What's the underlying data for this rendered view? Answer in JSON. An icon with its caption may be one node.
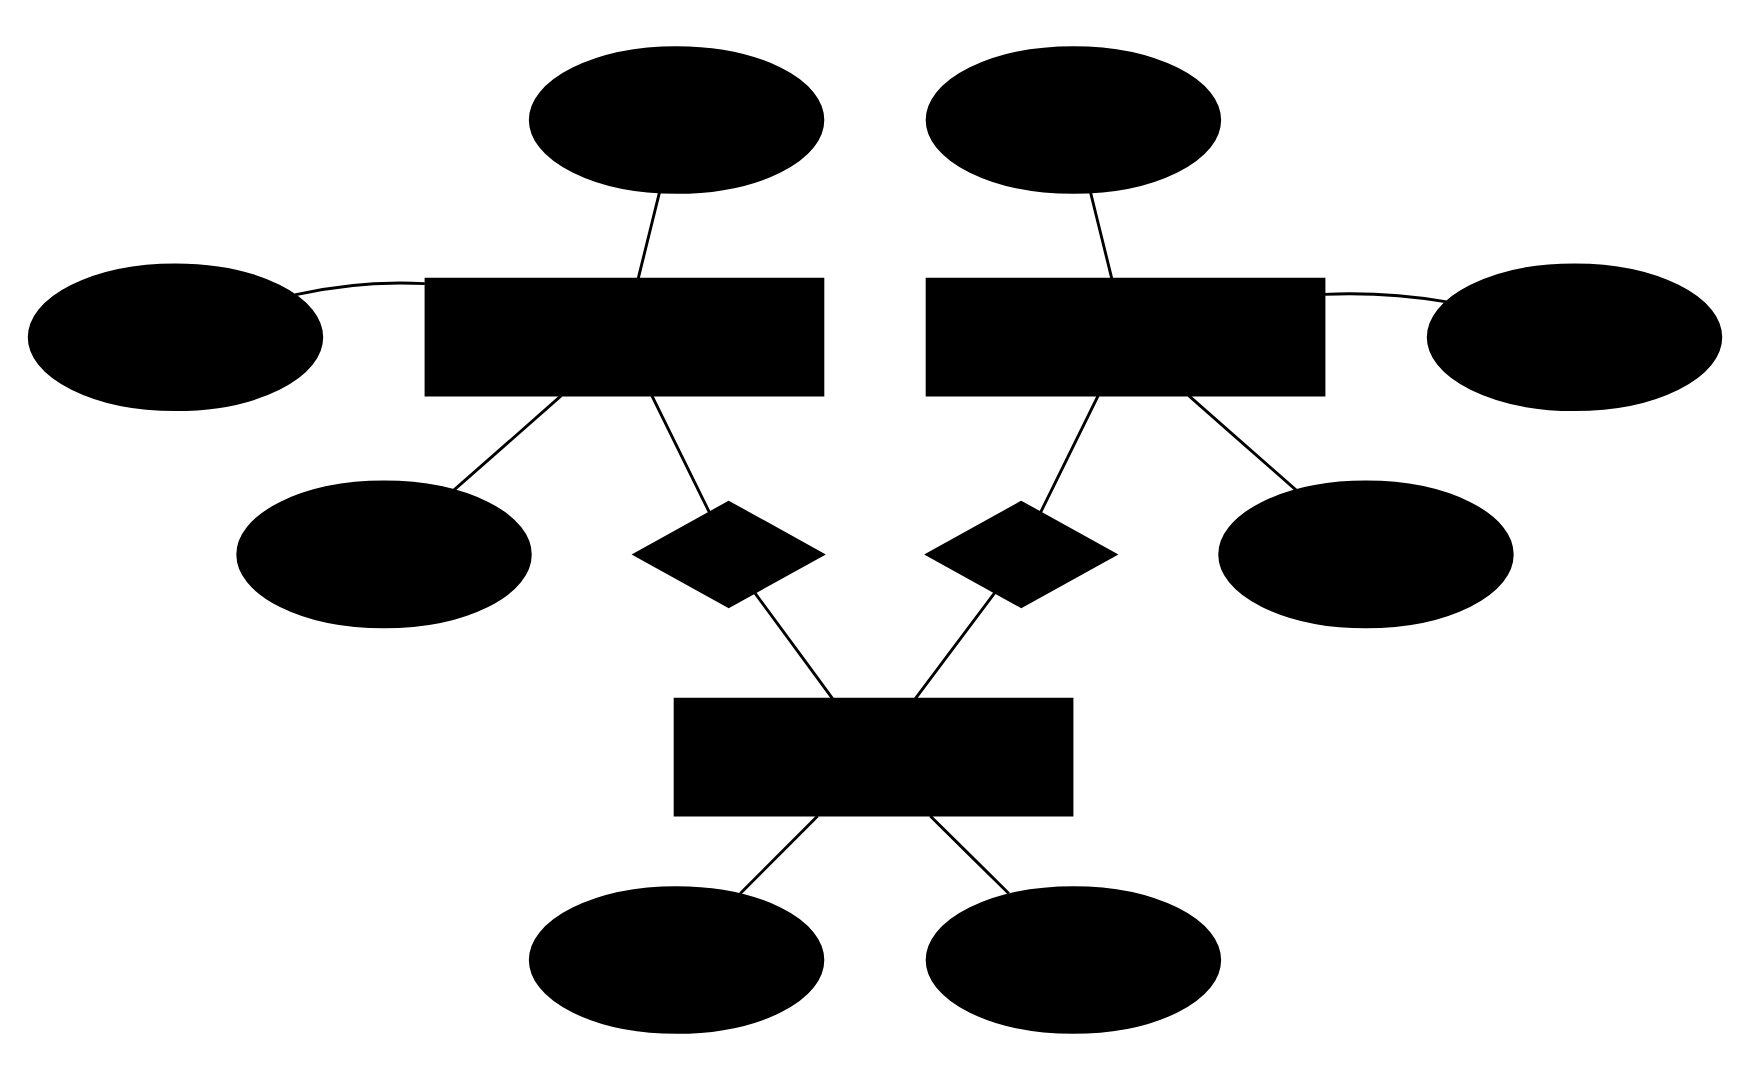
{
  "diagram": {
    "nodes": [
      {
        "text": [],
        "shape": "ellipse"
      },
      {
        "text": [],
        "shape": "ellipse"
      },
      {
        "text": [],
        "shape": "ellipse"
      },
      {
        "text": [],
        "shape": "box"
      },
      {
        "text": [],
        "shape": "box"
      },
      {
        "text": [],
        "shape": "ellipse"
      },
      {
        "text": [],
        "shape": "ellipse"
      },
      {
        "text": [],
        "shape": "diamond"
      },
      {
        "text": [],
        "shape": "diamond"
      },
      {
        "text": [],
        "shape": "ellipse"
      },
      {
        "text": [],
        "shape": "box"
      },
      {
        "text": [],
        "shape": "ellipse"
      },
      {
        "text": [],
        "shape": "ellipse"
      }
    ],
    "edges": [
      {
        "from": 0,
        "to": 3,
        "arrow": "none"
      },
      {
        "from": 2,
        "to": 3,
        "arrow": "none"
      },
      {
        "from": 6,
        "to": 3,
        "arrow": "none"
      },
      {
        "from": 3,
        "to": 7,
        "arrow": "none"
      },
      {
        "from": 7,
        "to": 10,
        "arrow": "none"
      },
      {
        "from": 1,
        "to": 4,
        "arrow": "none"
      },
      {
        "from": 4,
        "to": 5,
        "arrow": "none"
      },
      {
        "from": 4,
        "to": 9,
        "arrow": "none"
      },
      {
        "from": 4,
        "to": 8,
        "arrow": "none"
      },
      {
        "from": 8,
        "to": 10,
        "arrow": "none"
      },
      {
        "from": 10,
        "to": 11,
        "arrow": "none"
      },
      {
        "from": 10,
        "to": 12,
        "arrow": "none"
      }
    ]
  }
}
